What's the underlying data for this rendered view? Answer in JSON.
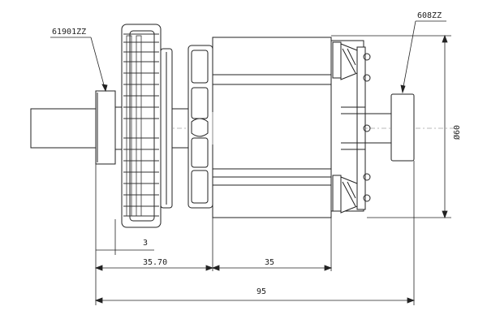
{
  "labels": {
    "bearing_left": "61901ZZ",
    "bearing_right": "608ZZ",
    "diameter": "Ø60",
    "dim_3": "3",
    "dim_35_70": "35.70",
    "dim_35": "35",
    "dim_95": "95"
  },
  "colors": {
    "line": "#222222",
    "light": "#555555"
  }
}
